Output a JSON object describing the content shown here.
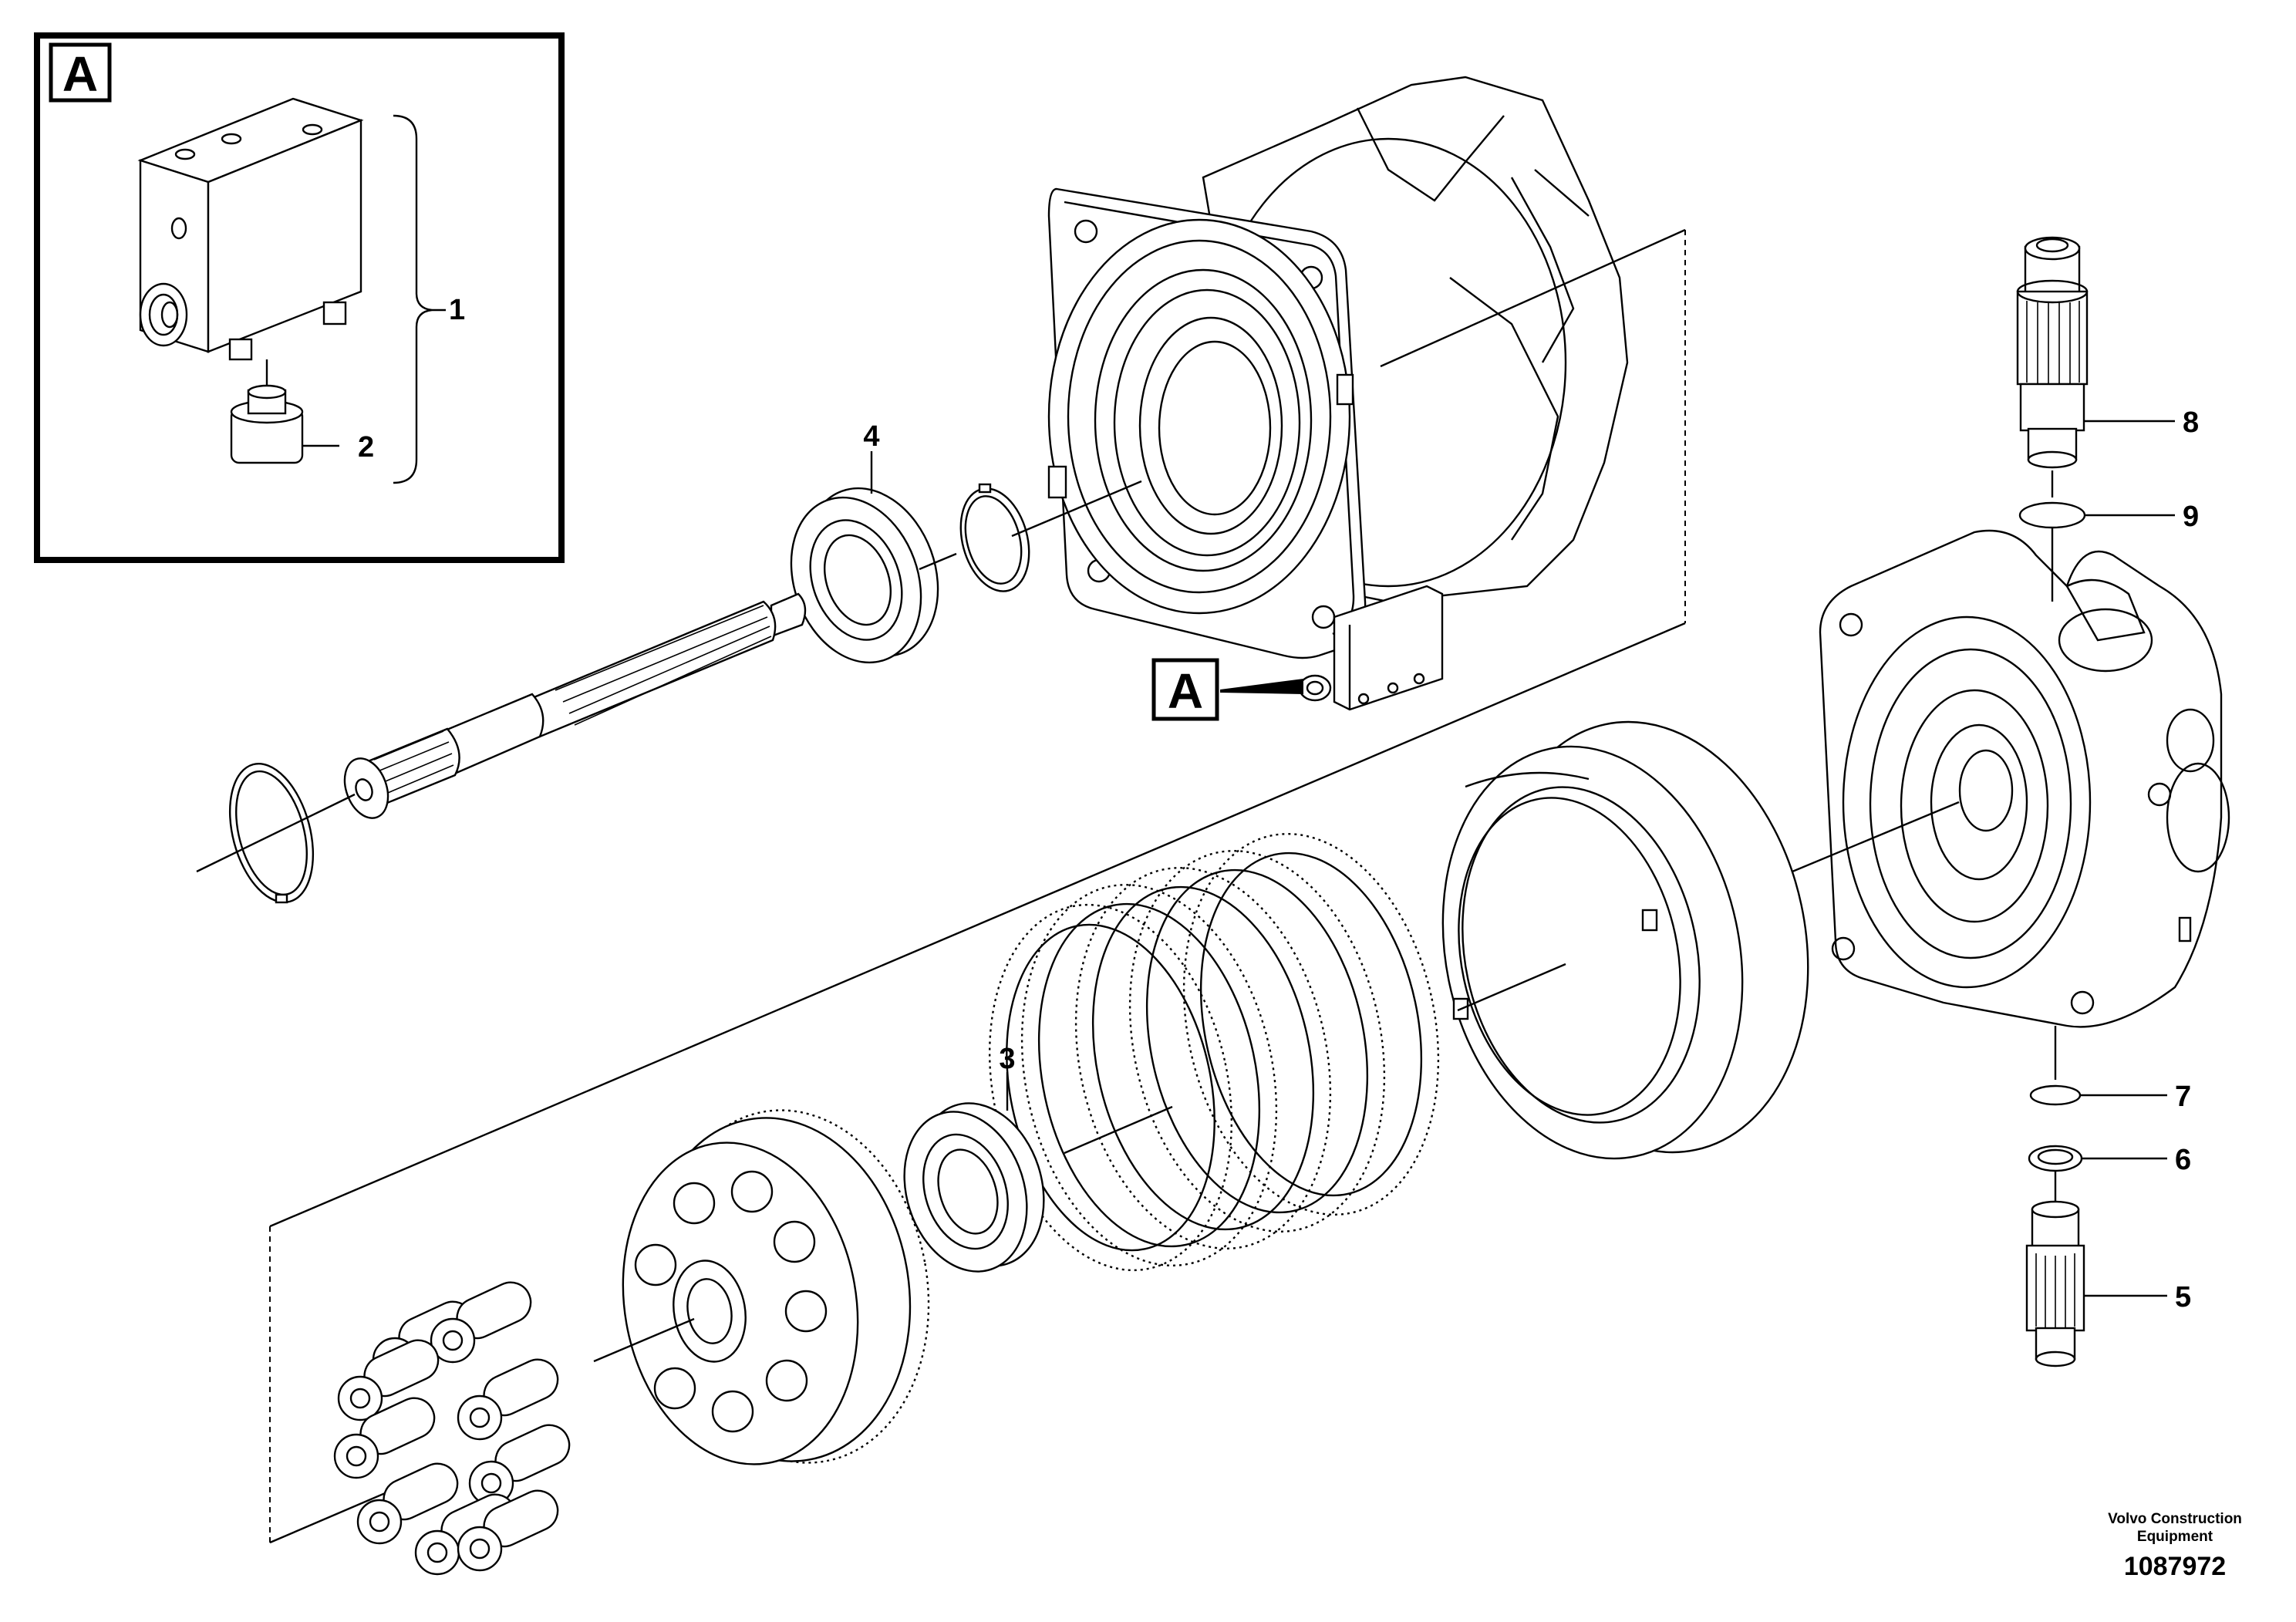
{
  "inset": {
    "letter": "A"
  },
  "callout": {
    "letter": "A"
  },
  "parts": [
    {
      "id": "1",
      "label": "1"
    },
    {
      "id": "2",
      "label": "2"
    },
    {
      "id": "3",
      "label": "3"
    },
    {
      "id": "4",
      "label": "4"
    },
    {
      "id": "5",
      "label": "5"
    },
    {
      "id": "6",
      "label": "6"
    },
    {
      "id": "7",
      "label": "7"
    },
    {
      "id": "8",
      "label": "8"
    },
    {
      "id": "9",
      "label": "9"
    }
  ],
  "footer": {
    "brand_line1": "Volvo Construction",
    "brand_line2": "Equipment",
    "drawing_number": "1087972"
  }
}
